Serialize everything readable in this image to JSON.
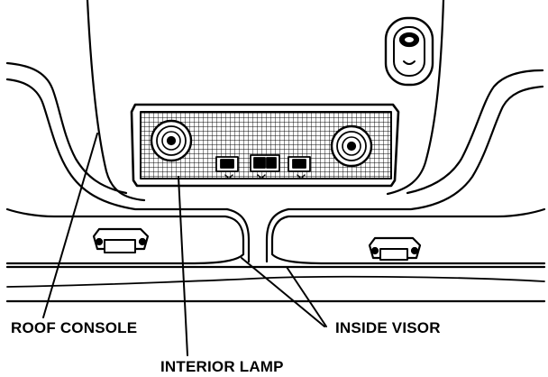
{
  "labels": {
    "roof_console": "ROOF CONSOLE",
    "interior_lamp": "INTERIOR LAMP",
    "inside_visor": "INSIDE VISOR"
  },
  "colors": {
    "ink": "#000000",
    "paper": "#ffffff"
  },
  "icons": {
    "lamp_lens": "speaker-grille-lens",
    "switch": "rocker-switch",
    "visor_clip": "visor-clip"
  }
}
